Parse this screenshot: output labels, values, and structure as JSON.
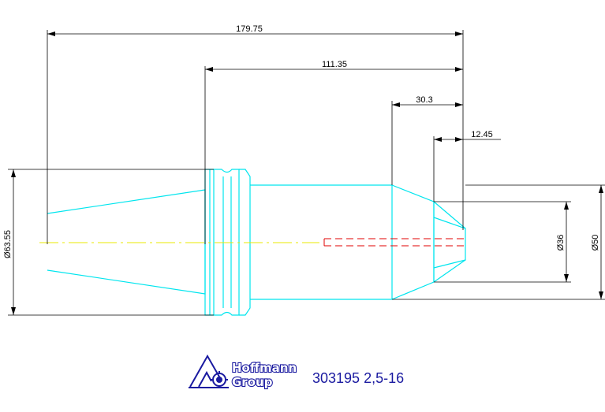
{
  "dimensions": {
    "overall_length": "179.75",
    "length_from_flange": "111.35",
    "nose_length": "30.3",
    "bore_depth": "12.45",
    "flange_diameter": "Ø63.55",
    "bore_diameter": "Ø36",
    "nose_diameter": "Ø50"
  },
  "logo": {
    "line1": "Hoffmann",
    "line2": "Group"
  },
  "part_number": "303195 2,5-16",
  "colors": {
    "outline": "#00e5ee",
    "dimension": "#000000",
    "centerline": "#e8e800",
    "hidden": "#e00000",
    "brand": "#1a1aa0"
  }
}
